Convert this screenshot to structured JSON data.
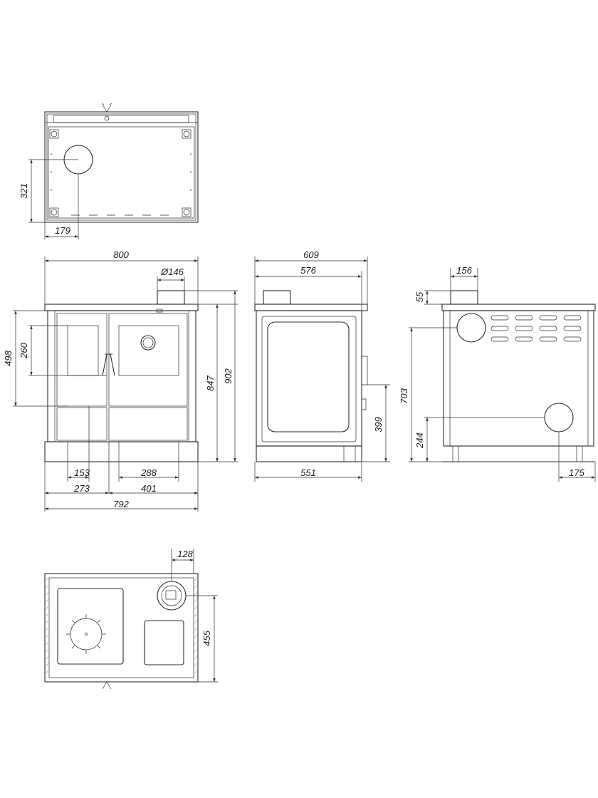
{
  "views": {
    "top_bottom": {
      "dim_321": "321",
      "dim_179": "179"
    },
    "front": {
      "width_800": "800",
      "flue_146": "Ø146",
      "dim_498": "498",
      "dim_260": "260",
      "dim_847": "847",
      "dim_902": "902",
      "dim_153": "153",
      "dim_288": "288",
      "dim_273": "273",
      "dim_401": "401",
      "dim_792": "792"
    },
    "side": {
      "dim_609": "609",
      "dim_576": "576",
      "dim_399": "399",
      "dim_551": "551"
    },
    "rear": {
      "dim_156": "156",
      "dim_55": "55",
      "dim_703": "703",
      "dim_244": "244",
      "dim_175": "175"
    },
    "top": {
      "dim_128": "128",
      "dim_455": "455"
    }
  }
}
